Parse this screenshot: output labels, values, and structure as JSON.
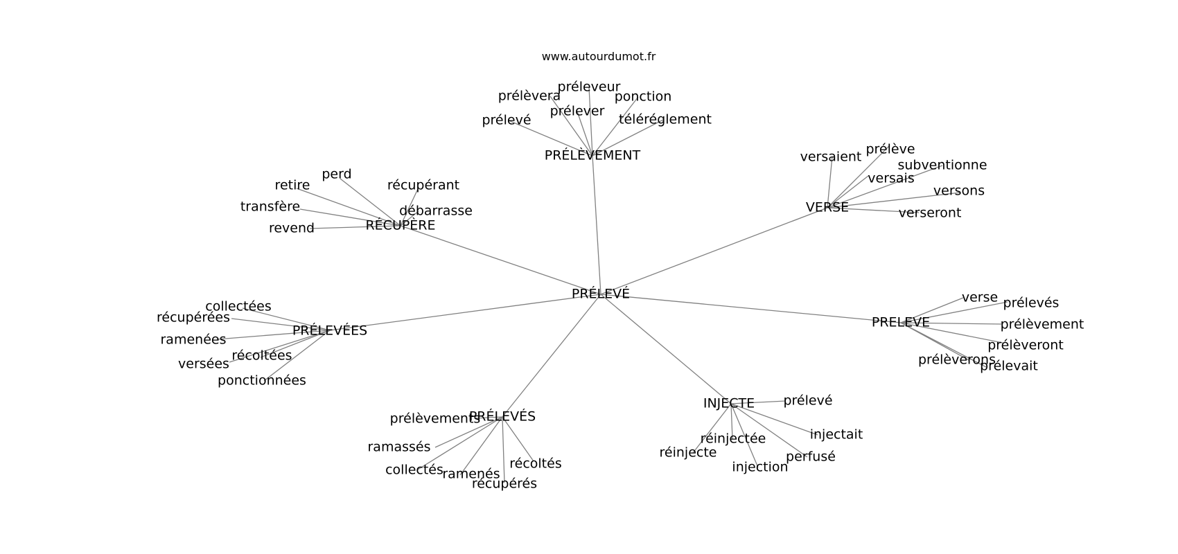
{
  "source": "www.autourdumot.fr",
  "center": "PRÉLEVÉ",
  "clusters": [
    {
      "hub": "PRÉLÈVEMENT",
      "words": [
        "prélevé",
        "prélèvera",
        "préleveur",
        "prélever",
        "ponction",
        "téléréglement"
      ]
    },
    {
      "hub": "VERSE",
      "words": [
        "versaient",
        "prélève",
        "subventionne",
        "versais",
        "versons",
        "verseront"
      ]
    },
    {
      "hub": "RÉCUPÈRE",
      "words": [
        "perd",
        "retire",
        "récupérant",
        "transfère",
        "débarrasse",
        "revend"
      ]
    },
    {
      "hub": "PRÉLEVÉES",
      "words": [
        "collectées",
        "récupérées",
        "ramenées",
        "récoltées",
        "versées",
        "ponctionnées"
      ]
    },
    {
      "hub": "PRELEVE",
      "words": [
        "verse",
        "prélevés",
        "prélèvement",
        "prélèveront",
        "prélèverons",
        "prélevait"
      ]
    },
    {
      "hub": "INJECTE",
      "words": [
        "prélevé",
        "réinjectée",
        "injectait",
        "réinjecte",
        "perfusé",
        "injection"
      ]
    },
    {
      "hub": "PRÉLEVÉS",
      "words": [
        "prélèvements",
        "ramassés",
        "collectés",
        "ramenés",
        "récoltés",
        "récupérés"
      ]
    }
  ]
}
